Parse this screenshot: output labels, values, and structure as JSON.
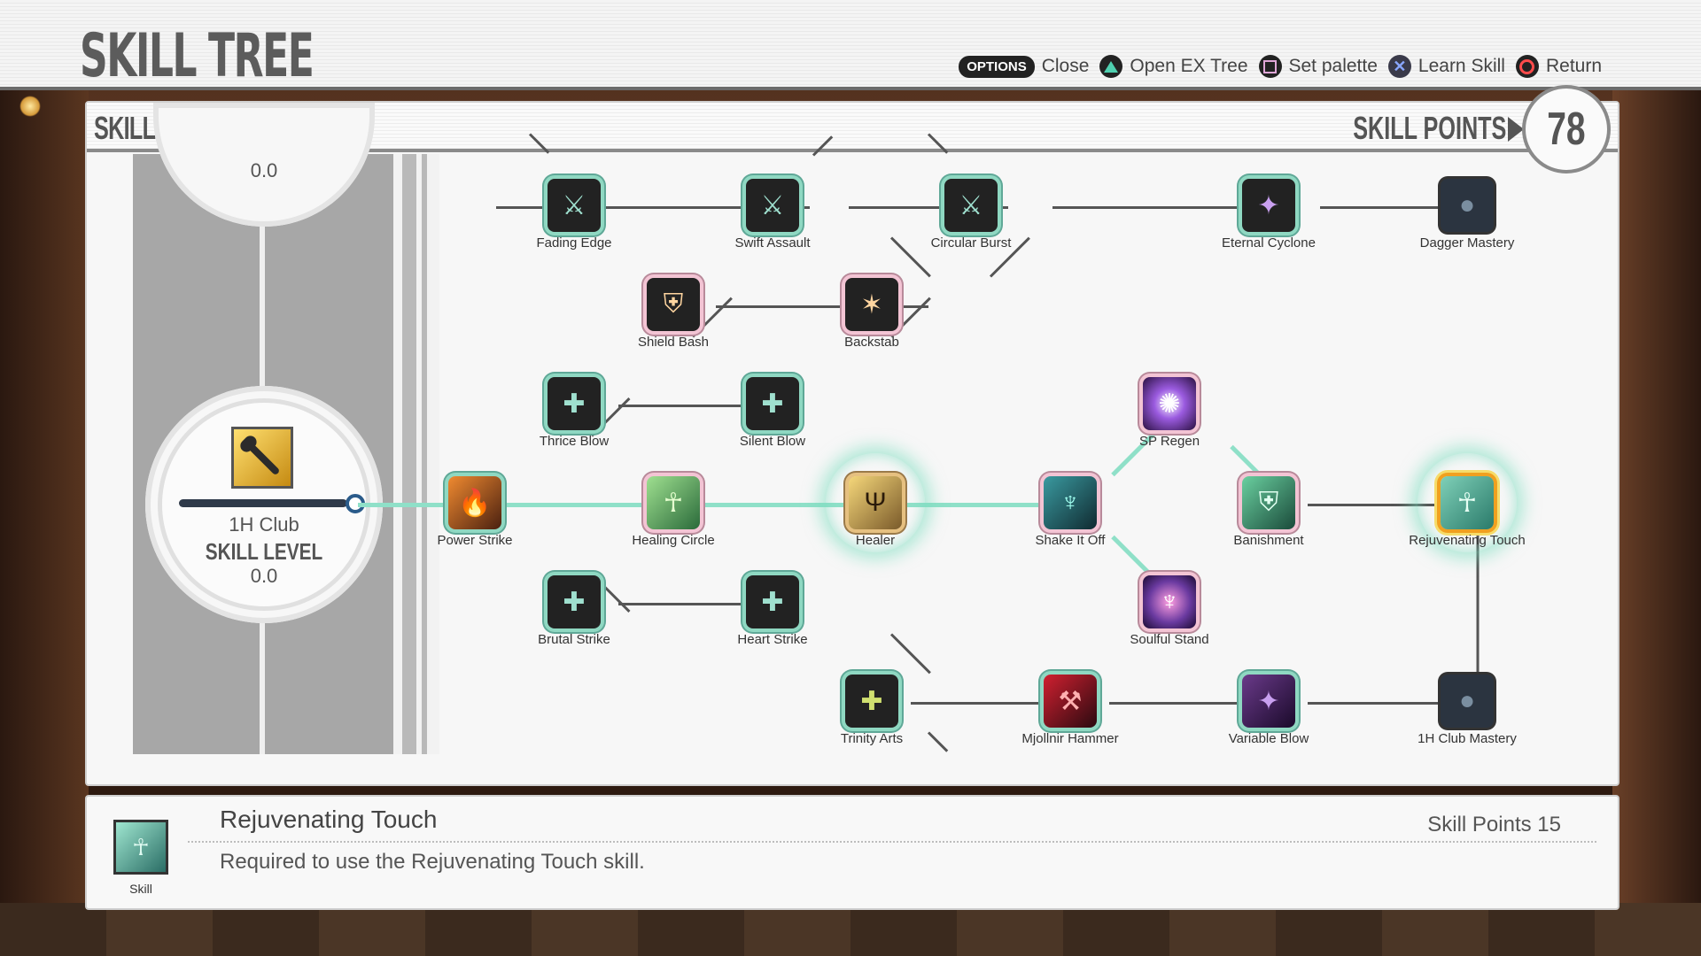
{
  "screen_title": "SKILL TREE",
  "controls": [
    {
      "badge": "OPTIONS",
      "label": "Close"
    },
    {
      "label": "Open EX Tree",
      "icon": "triangle-button-icon"
    },
    {
      "label": "Set palette",
      "icon": "square-button-icon"
    },
    {
      "label": "Learn Skill",
      "icon": "cross-button-icon"
    },
    {
      "label": "Return",
      "icon": "circle-button-icon"
    }
  ],
  "panel": {
    "title": "SKILL TREE",
    "skill_points_label": "SKILL POINTS",
    "skill_points_value": "78"
  },
  "weapon": {
    "prev_level": "0.0",
    "name": "1H Club",
    "level_label": "SKILL LEVEL",
    "level_value": "0.0",
    "level_progress": 0
  },
  "skills": [
    {
      "id": "fading-edge",
      "label": "Fading Edge"
    },
    {
      "id": "swift-assault",
      "label": "Swift Assault"
    },
    {
      "id": "circular-burst",
      "label": "Circular Burst"
    },
    {
      "id": "eternal-cyclone",
      "label": "Eternal Cyclone"
    },
    {
      "id": "dagger-mastery",
      "label": "Dagger Mastery"
    },
    {
      "id": "shield-bash",
      "label": "Shield Bash"
    },
    {
      "id": "backstab",
      "label": "Backstab"
    },
    {
      "id": "thrice-blow",
      "label": "Thrice Blow"
    },
    {
      "id": "silent-blow",
      "label": "Silent Blow"
    },
    {
      "id": "sp-regen",
      "label": "SP Regen"
    },
    {
      "id": "power-strike",
      "label": "Power Strike"
    },
    {
      "id": "healing-circle",
      "label": "Healing Circle"
    },
    {
      "id": "healer",
      "label": "Healer"
    },
    {
      "id": "shake-it-off",
      "label": "Shake It Off"
    },
    {
      "id": "banishment",
      "label": "Banishment"
    },
    {
      "id": "rejuvenating-touch",
      "label": "Rejuvenating Touch"
    },
    {
      "id": "brutal-strike",
      "label": "Brutal Strike"
    },
    {
      "id": "heart-strike",
      "label": "Heart Strike"
    },
    {
      "id": "soulful-stand",
      "label": "Soulful Stand"
    },
    {
      "id": "trinity-arts",
      "label": "Trinity Arts"
    },
    {
      "id": "mjollnir-hammer",
      "label": "Mjollnir Hammer"
    },
    {
      "id": "variable-blow",
      "label": "Variable Blow"
    },
    {
      "id": "1h-club-mastery",
      "label": "1H Club Mastery"
    }
  ],
  "selected": {
    "name": "Rejuvenating Touch",
    "type": "Skill",
    "cost_label": "Skill Points 15",
    "description": "Required to use the Rejuvenating Touch skill."
  }
}
